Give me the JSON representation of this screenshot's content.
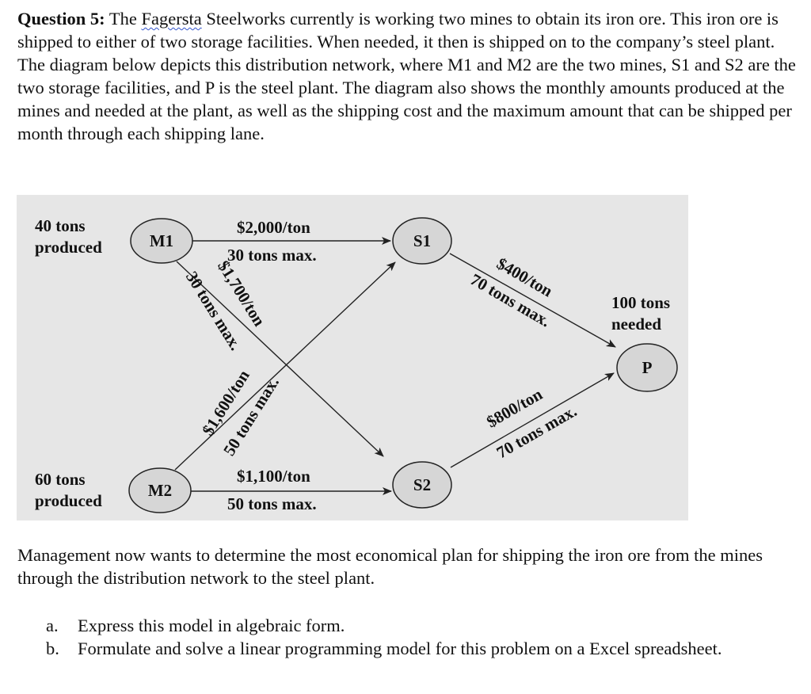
{
  "question": {
    "label": "Question 5:",
    "text_before_company": "The",
    "company_name": "Fagersta",
    "text_after_company": "Steelworks currently is working two mines to obtain its iron ore. This iron ore is shipped to either of two storage facilities. When needed, it then is shipped on to the company’s steel plant. The diagram below depicts this distribution network, where M1 and M2 are the two mines, S1 and S2 are the two storage facilities, and P is the steel plant. The diagram also shows the monthly amounts produced at the mines and needed at the plant, as well as the shipping cost and the maximum amount that can be shipped per month through each shipping lane."
  },
  "diagram": {
    "nodes": {
      "m1": "M1",
      "m2": "M2",
      "s1": "S1",
      "s2": "S2",
      "p": "P"
    },
    "supply": {
      "m1": [
        "40 tons",
        "produced"
      ],
      "m2": [
        "60 tons",
        "produced"
      ]
    },
    "demand": {
      "p": [
        "100 tons",
        "needed"
      ]
    },
    "lanes": {
      "m1_s1": {
        "cost": "$2,000/ton",
        "max": "30 tons max."
      },
      "m1_s2": {
        "cost": "$1,700/ton",
        "max": "30 tons max."
      },
      "m2_s1": {
        "cost": "$1,600/ton",
        "max": "50 tons max."
      },
      "m2_s2": {
        "cost": "$1,100/ton",
        "max": "50 tons max."
      },
      "s1_p": {
        "cost": "$400/ton",
        "max": "70 tons max."
      },
      "s2_p": {
        "cost": "$800/ton",
        "max": "70 tons max."
      }
    }
  },
  "followup": "Management now wants to determine the most economical plan for shipping the iron ore from the mines through the distribution network to the steel plant.",
  "tasks": [
    {
      "letter": "a.",
      "text": "Express this model in algebraic form."
    },
    {
      "letter": "b.",
      "text": "Formulate and solve a linear programming model for this problem on a Excel spreadsheet."
    }
  ]
}
